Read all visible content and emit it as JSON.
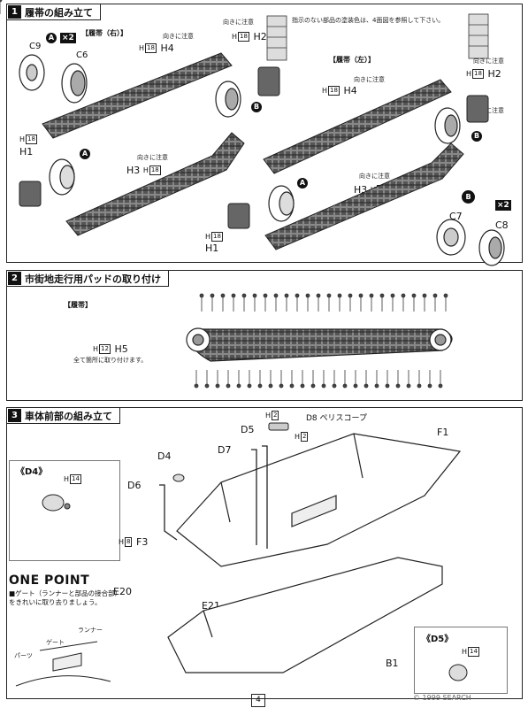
{
  "sections": [
    {
      "num": "1",
      "title": "履帯の組み立て"
    },
    {
      "num": "2",
      "title": "市街地走行用パッドの取り付け"
    },
    {
      "num": "3",
      "title": "車体前部の組み立て"
    }
  ],
  "section1": {
    "header_right": "指示のない部品の塗装色は、4面図を参照して下さい。",
    "right_track_title": "【履帯（右）】",
    "left_track_title": "【履帯（左）】",
    "caution": "向きに注意",
    "marker_a": "A",
    "marker_b": "B",
    "x2": "×2",
    "parts": {
      "c9": "C9",
      "c6": "C6",
      "h4": "H4",
      "h2": "H2",
      "h1": "H1",
      "h3": "H3",
      "c7": "C7",
      "c8": "C8"
    },
    "hnum": "18"
  },
  "section2": {
    "track_label": "【履帯】",
    "h5": "H5",
    "hnum": "12",
    "note": "全て箇所に取り付けます。"
  },
  "section3": {
    "d4_inset": "《D4》",
    "d5_inset": "《D5》",
    "d8_label": "D8 ペリスコープ",
    "parts": {
      "d4": "D4",
      "d5": "D5",
      "d6": "D6",
      "d7": "D7",
      "f1": "F1",
      "f3": "F3",
      "e20": "E20",
      "e21": "E21",
      "b1": "B1"
    },
    "h14": "14",
    "h2n": "2",
    "h8": "8",
    "one_point": {
      "title": "ONE POINT",
      "text": "■ゲート（ランナーと部品の接合部）をきれいに取り去りましょう。",
      "runner": "ランナー",
      "gate": "ゲート",
      "part": "パーツ"
    }
  },
  "footer": {
    "page": "4",
    "watermark": "© 1999 SEARCH"
  }
}
